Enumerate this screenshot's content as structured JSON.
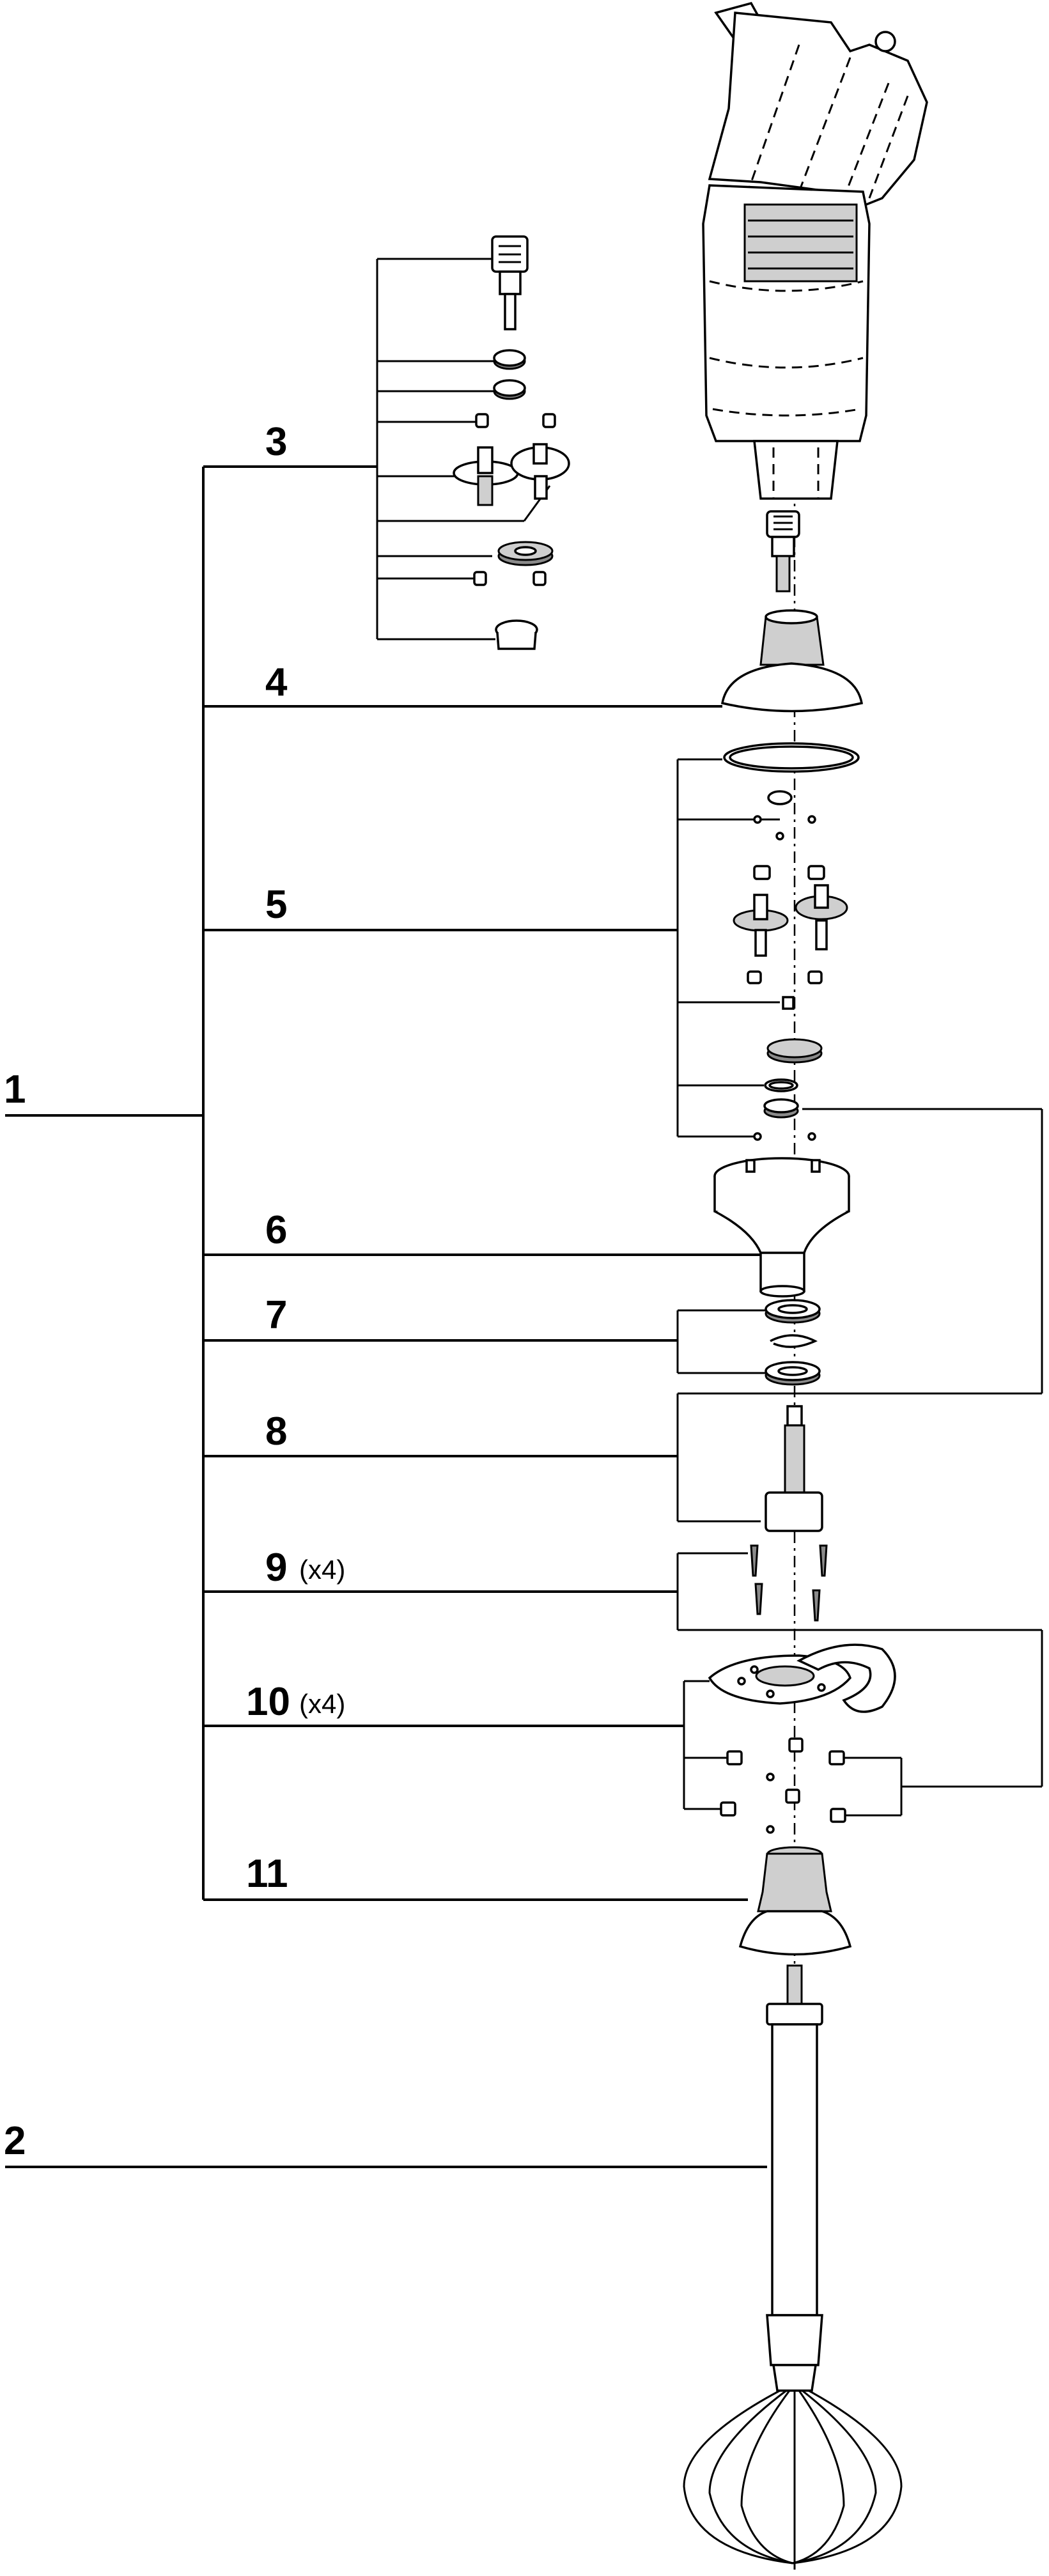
{
  "callouts": [
    {
      "id": "c1",
      "number": "1",
      "qty": ""
    },
    {
      "id": "c2",
      "number": "2",
      "qty": ""
    },
    {
      "id": "c3",
      "number": "3",
      "qty": ""
    },
    {
      "id": "c4",
      "number": "4",
      "qty": ""
    },
    {
      "id": "c5",
      "number": "5",
      "qty": ""
    },
    {
      "id": "c6",
      "number": "6",
      "qty": ""
    },
    {
      "id": "c7",
      "number": "7",
      "qty": ""
    },
    {
      "id": "c8",
      "number": "8",
      "qty": ""
    },
    {
      "id": "c9",
      "number": "9",
      "qty": "(x4)"
    },
    {
      "id": "c10",
      "number": "10",
      "qty": "(x4)"
    },
    {
      "id": "c11",
      "number": "11",
      "qty": ""
    }
  ]
}
